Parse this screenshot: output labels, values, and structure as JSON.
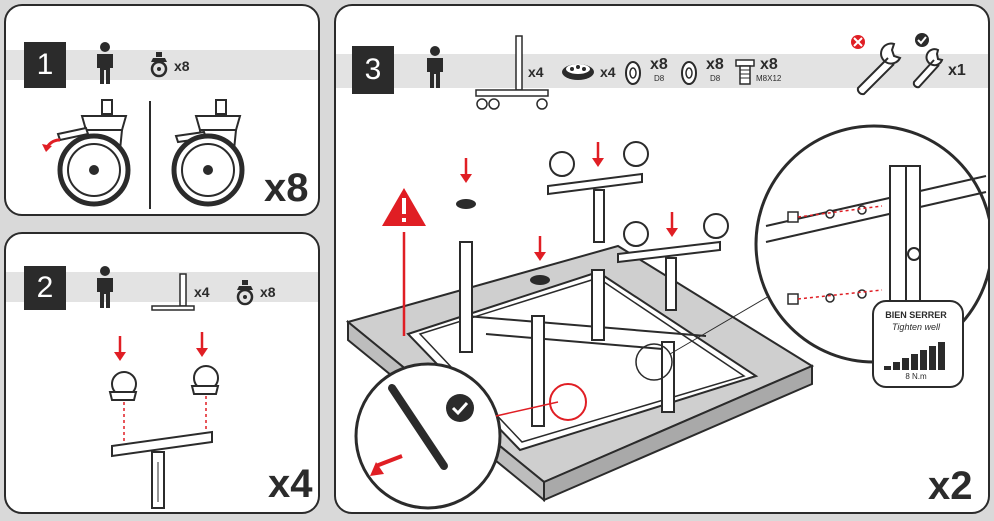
{
  "colors": {
    "accent_red": "#e01e24",
    "ink": "#2b2b2b",
    "band": "#e3e3e3",
    "bg": "#d9d9d9"
  },
  "step1": {
    "number": "1",
    "persons_icon": "person-icon",
    "caster_icon": "caster-icon",
    "caster_qty": "x8",
    "repeat": "x8"
  },
  "step2": {
    "number": "2",
    "persons_icon": "person-icon",
    "leg_icon": "leg-frame-icon",
    "leg_qty": "x4",
    "caster_icon": "caster-icon",
    "caster_qty": "x8",
    "repeat": "x4"
  },
  "step3": {
    "number": "3",
    "persons_icon": "person-icon",
    "parts": [
      {
        "icon": "wheeled-leg-icon",
        "qty": "x4",
        "code": ""
      },
      {
        "icon": "support-plate-icon",
        "qty": "x4",
        "code": ""
      },
      {
        "icon": "washer-icon",
        "qty": "x8",
        "code": "D8"
      },
      {
        "icon": "washer-icon",
        "qty": "x8",
        "code": "D8"
      },
      {
        "icon": "bolt-icon",
        "qty": "x8",
        "code": "M8X12"
      }
    ],
    "tools": {
      "wrong_icon": "wrench-icon",
      "right_icon": "wrench-icon",
      "qty": "x1"
    },
    "callout": {
      "title": "BIEN SERRER",
      "subtitle": "Tighten well",
      "torque": "8 N.m"
    },
    "repeat": "x2"
  }
}
